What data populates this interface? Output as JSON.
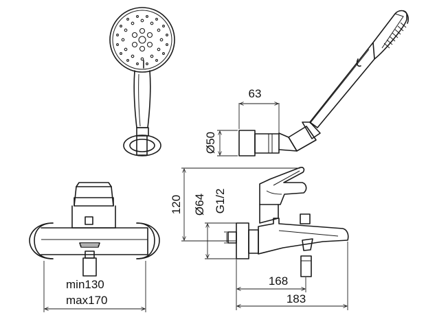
{
  "dimensions": {
    "holder_width": "63",
    "holder_diameter": "Ø50",
    "height": "120",
    "body_diameter": "Ø64",
    "thread": "G1/2",
    "reach_short": "168",
    "reach_long": "183",
    "centers_min": "min130",
    "centers_max": "max170"
  }
}
